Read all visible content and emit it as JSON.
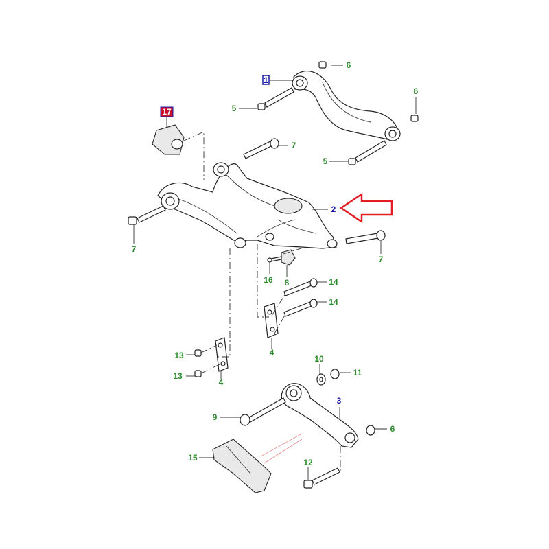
{
  "labels": {
    "l1": "1",
    "l2": "2",
    "l3": "3",
    "l4a": "4",
    "l4b": "4",
    "l5a": "5",
    "l5b": "5",
    "l6a": "6",
    "l6b": "6",
    "l6c": "6",
    "l7a": "7",
    "l7b": "7",
    "l7c": "7",
    "l8": "8",
    "l9": "9",
    "l10": "10",
    "l11": "11",
    "l12": "12",
    "l13a": "13",
    "l13b": "13",
    "l14a": "14",
    "l14b": "14",
    "l15": "15",
    "l16": "16",
    "l17": "17"
  },
  "colors": {
    "callout_green": "#2e8b2e",
    "callout_blue": "#1a1aa8",
    "highlight_red": "#c8102e",
    "arrow_red": "#e31b23"
  }
}
